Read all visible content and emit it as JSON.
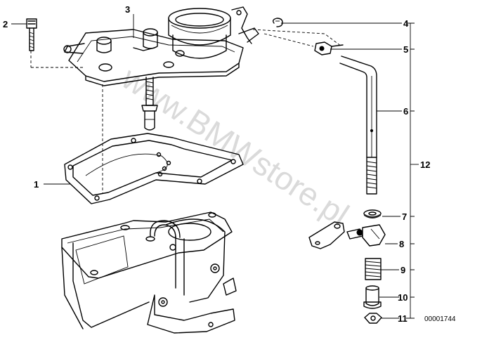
{
  "diagram": {
    "document_number": "00001744",
    "watermark": "www.BMWstore.pl",
    "callouts": [
      {
        "id": "1",
        "label": "1"
      },
      {
        "id": "2",
        "label": "2"
      },
      {
        "id": "3",
        "label": "3"
      },
      {
        "id": "4",
        "label": "4"
      },
      {
        "id": "5",
        "label": "5"
      },
      {
        "id": "6",
        "label": "6"
      },
      {
        "id": "7",
        "label": "7"
      },
      {
        "id": "8",
        "label": "8"
      },
      {
        "id": "9",
        "label": "9"
      },
      {
        "id": "10",
        "label": "10"
      },
      {
        "id": "11",
        "label": "11"
      },
      {
        "id": "12",
        "label": "12"
      }
    ]
  }
}
